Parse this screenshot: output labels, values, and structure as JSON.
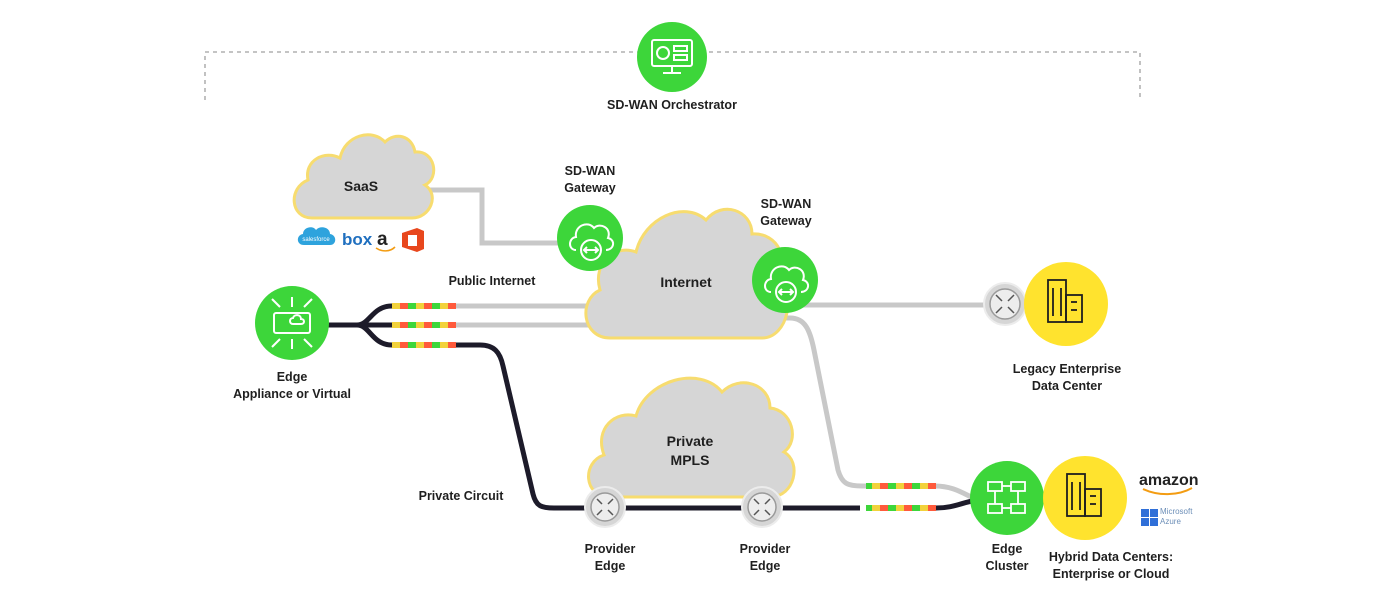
{
  "orchestrator": {
    "label": "SD-WAN Orchestrator"
  },
  "saas": {
    "label": "SaaS",
    "logos": [
      "salesforce",
      "box",
      "a",
      "office-icon"
    ]
  },
  "gateway_left": {
    "label_line1": "SD-WAN",
    "label_line2": "Gateway"
  },
  "gateway_right": {
    "label_line1": "SD-WAN",
    "label_line2": "Gateway"
  },
  "internet": {
    "label": "Internet"
  },
  "public_internet": {
    "label": "Public Internet"
  },
  "edge": {
    "label_line1": "Edge",
    "label_line2": "Appliance or Virtual"
  },
  "private_mpls": {
    "label_line1": "Private",
    "label_line2": "MPLS"
  },
  "private_circuit": {
    "label": "Private Circuit"
  },
  "provider_edge_left": {
    "label_line1": "Provider",
    "label_line2": "Edge"
  },
  "provider_edge_right": {
    "label_line1": "Provider",
    "label_line2": "Edge"
  },
  "legacy_dc": {
    "label_line1": "Legacy Enterprise",
    "label_line2": "Data Center"
  },
  "edge_cluster": {
    "label_line1": "Edge",
    "label_line2": "Cluster"
  },
  "hybrid_dc": {
    "label_line1": "Hybrid Data Centers:",
    "label_line2": "Enterprise or Cloud",
    "cloud_brands": {
      "amazon": "amazon",
      "microsoft_line1": "Microsoft",
      "microsoft_line2": "Azure"
    }
  },
  "colors": {
    "green": "#3dd63a",
    "green_dark": "#2a9d2a",
    "yellow": "#ffe32e",
    "cloud_fill": "#d6d6d6",
    "cloud_stroke": "#f7dc6f",
    "wire_gray": "#c8c8c8",
    "wire_dark": "#1d1b2a"
  }
}
